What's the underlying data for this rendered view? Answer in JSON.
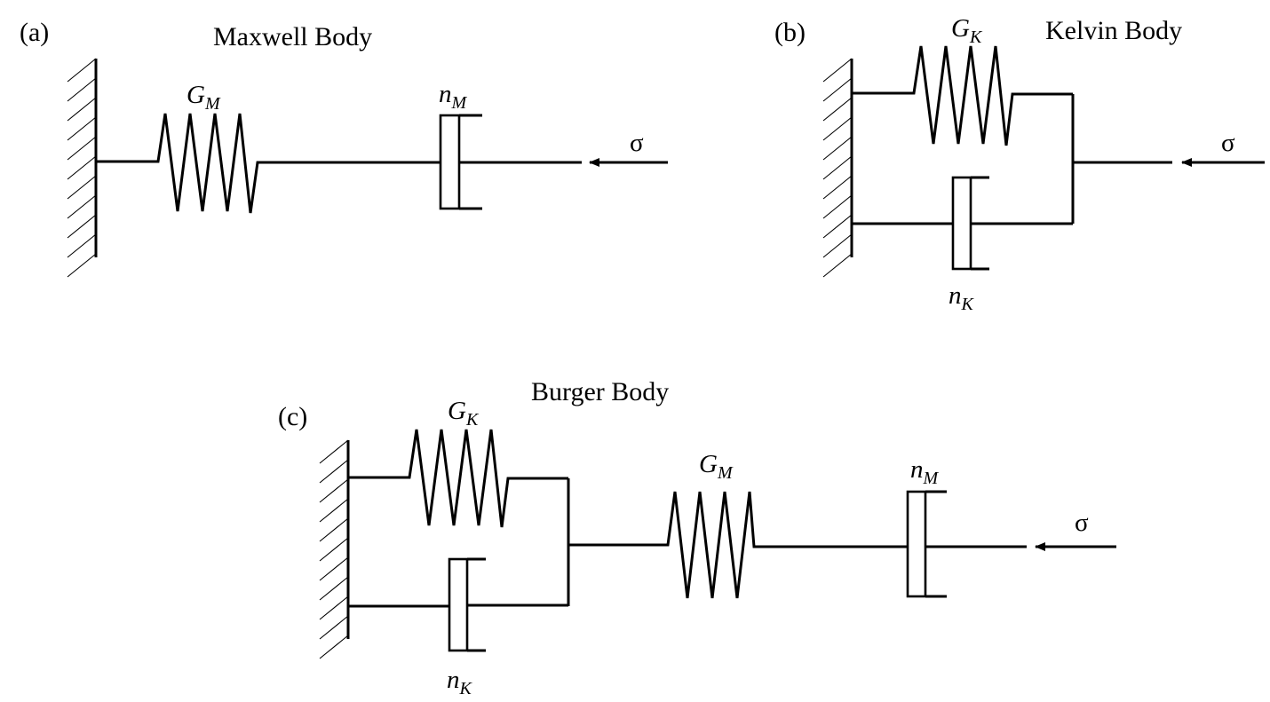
{
  "panels": {
    "a": {
      "tag": "(a)",
      "title": "Maxwell Body",
      "spring": {
        "sym": "G",
        "sub": "M"
      },
      "dashpot": {
        "sym": "n",
        "sub": "M"
      },
      "force": "σ"
    },
    "b": {
      "tag": "(b)",
      "title": "Kelvin Body",
      "spring": {
        "sym": "G",
        "sub": "K"
      },
      "dashpot": {
        "sym": "n",
        "sub": "K"
      },
      "force": "σ"
    },
    "c": {
      "tag": "(c)",
      "title": "Burger Body",
      "kelvin_spring": {
        "sym": "G",
        "sub": "K"
      },
      "kelvin_dashpot": {
        "sym": "n",
        "sub": "K"
      },
      "maxwell_spring": {
        "sym": "G",
        "sub": "M"
      },
      "maxwell_dashpot": {
        "sym": "n",
        "sub": "M"
      },
      "force": "σ"
    }
  }
}
